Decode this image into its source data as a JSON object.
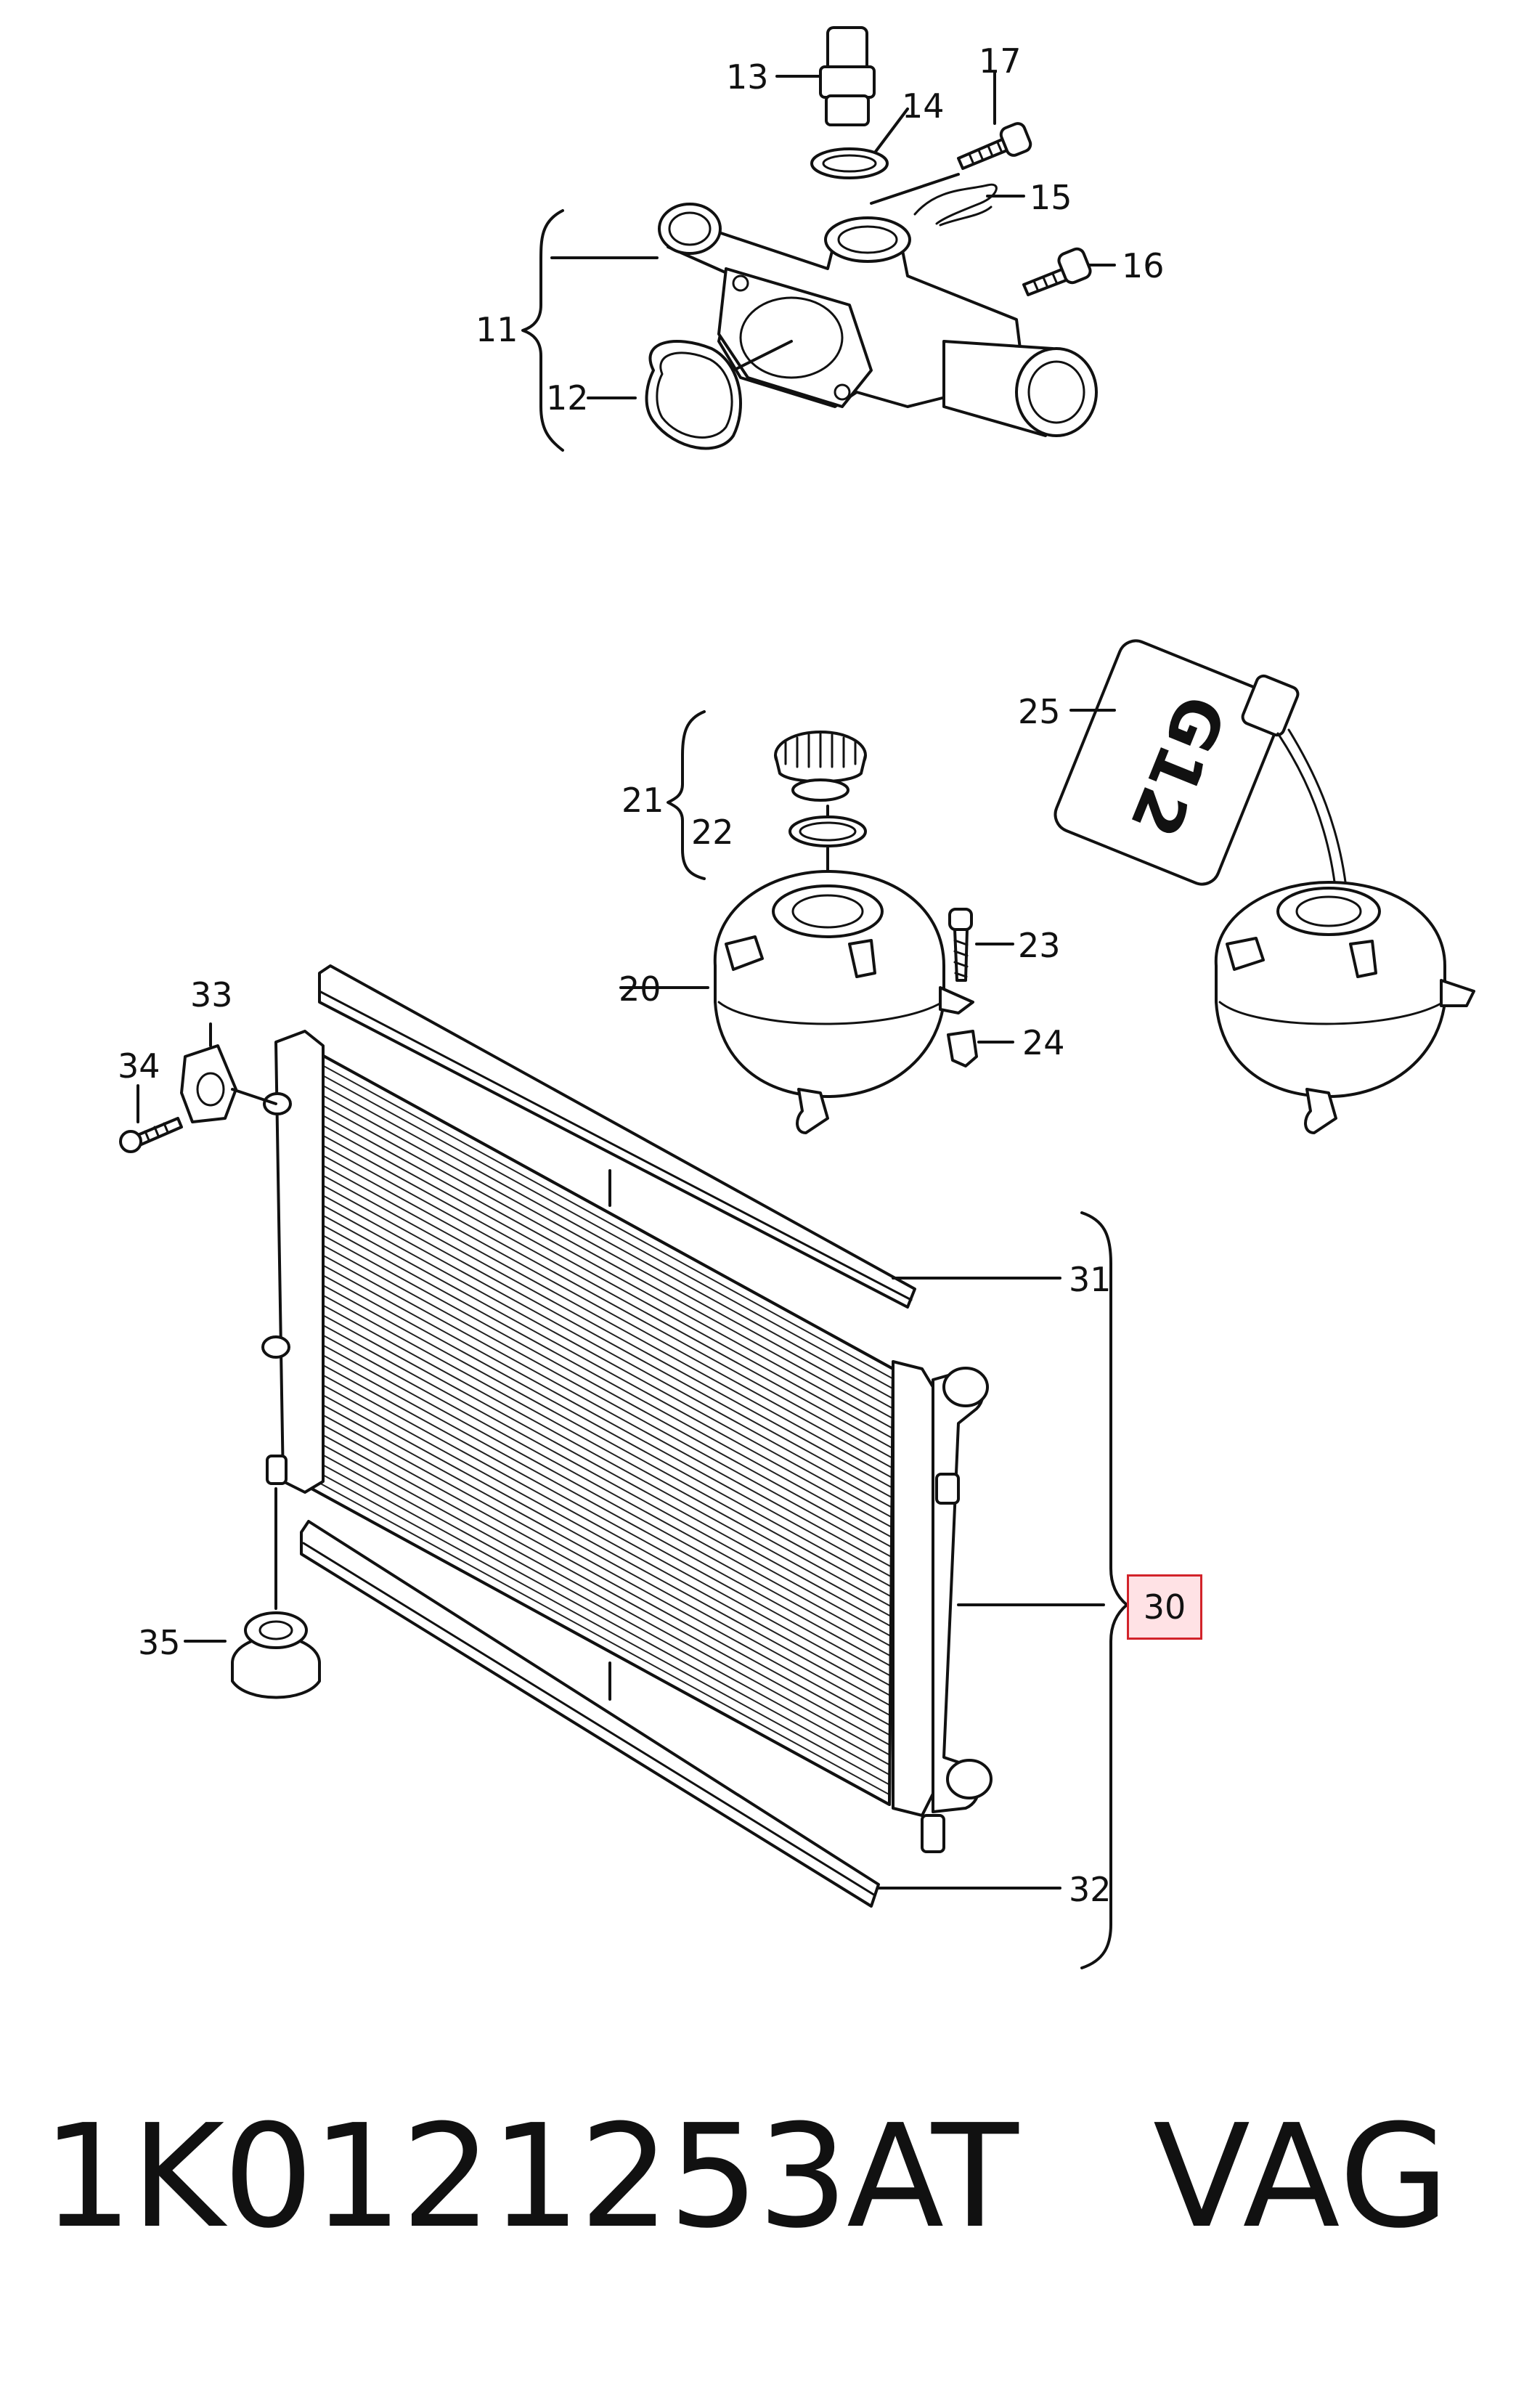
{
  "callouts": {
    "c11": "11",
    "c12": "12",
    "c13": "13",
    "c14": "14",
    "c15": "15",
    "c16": "16",
    "c17": "17",
    "c20": "20",
    "c21": "21",
    "c22": "22",
    "c23": "23",
    "c24": "24",
    "c25": "25",
    "c30": "30",
    "c31": "31",
    "c32": "32",
    "c33": "33",
    "c34": "34",
    "c35": "35"
  },
  "bottle_label": "G12",
  "footer": {
    "part_number": "1K0121253AT",
    "brand": "VAG"
  },
  "colors": {
    "highlight_border": "#d2232a",
    "highlight_fill": "#ffc4cb",
    "ink": "#111111"
  }
}
